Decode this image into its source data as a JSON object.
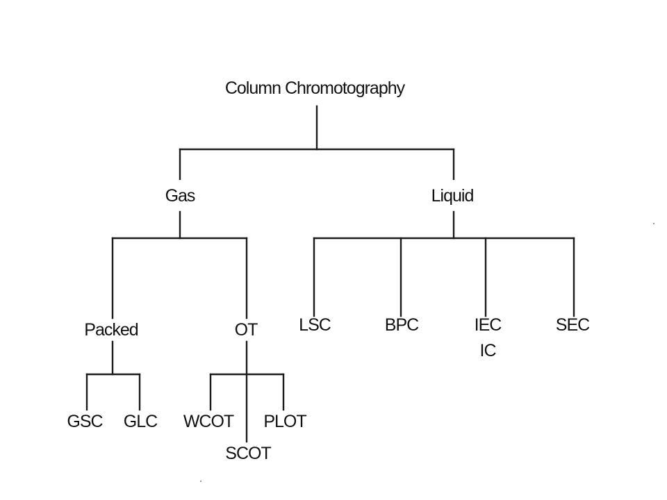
{
  "diagram": {
    "nodes": {
      "root": "Column Chromotography",
      "gas": "Gas",
      "liquid": "Liquid",
      "packed": "Packed",
      "ot": "OT",
      "gsc": "GSC",
      "glc": "GLC",
      "wcot": "WCOT",
      "scot": "SCOT",
      "plot": "PLOT",
      "lsc": "LSC",
      "bpc": "BPC",
      "iec": "IEC",
      "ic": "IC",
      "sec": "SEC"
    },
    "edges": [
      [
        "root",
        "gas"
      ],
      [
        "root",
        "liquid"
      ],
      [
        "gas",
        "packed"
      ],
      [
        "gas",
        "ot"
      ],
      [
        "packed",
        "gsc"
      ],
      [
        "packed",
        "glc"
      ],
      [
        "ot",
        "wcot"
      ],
      [
        "ot",
        "scot"
      ],
      [
        "ot",
        "plot"
      ],
      [
        "liquid",
        "lsc"
      ],
      [
        "liquid",
        "bpc"
      ],
      [
        "liquid",
        "iec"
      ],
      [
        "liquid",
        "sec"
      ]
    ],
    "line_color": "#1a1a1a",
    "text_color": "#111111"
  }
}
